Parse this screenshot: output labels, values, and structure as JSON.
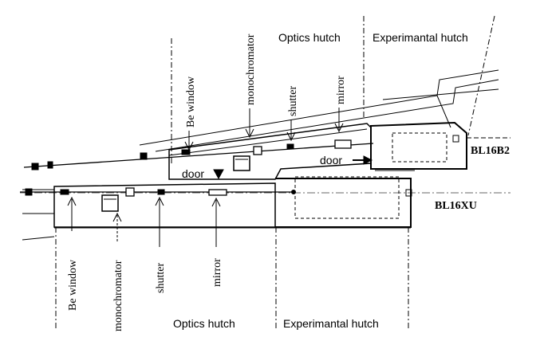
{
  "diagram": {
    "top_zone_labels": {
      "optics_hutch": "Optics hutch",
      "experimental_hutch": "Experimantal hutch"
    },
    "bottom_zone_labels": {
      "optics_hutch": "Optics hutch",
      "experimental_hutch": "Experimantal hutch"
    },
    "top_components": {
      "be_window": "Be window",
      "monochromator": "monochromator",
      "shutter": "shutter",
      "mirror": "mirror"
    },
    "bottom_components": {
      "be_window": "Be window",
      "monochromator": "monochromator",
      "shutter": "shutter",
      "mirror": "mirror"
    },
    "doors": {
      "left": "door",
      "right": "door"
    },
    "beamlines": {
      "upper": "BL16B2",
      "lower": "BL16XU"
    }
  }
}
